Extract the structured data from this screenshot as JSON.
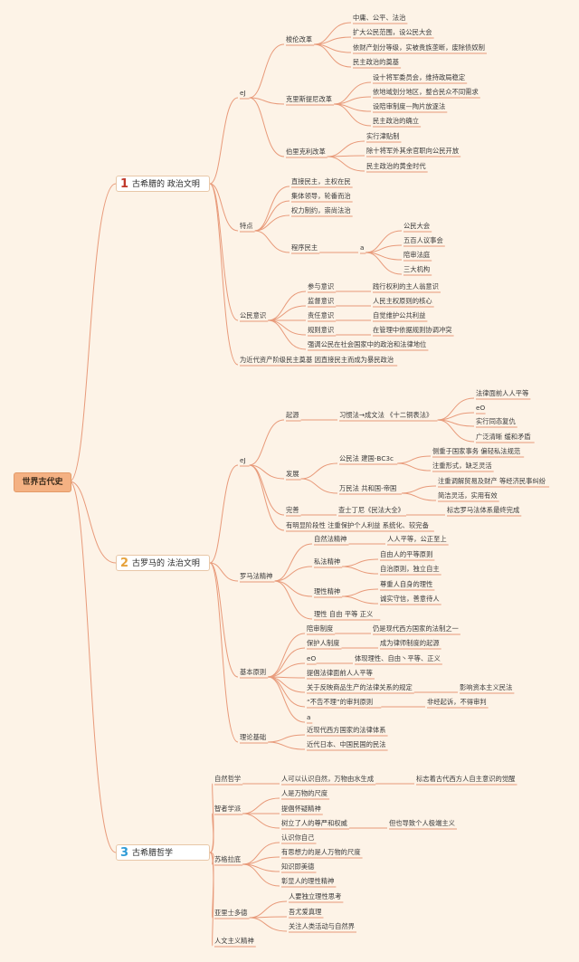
{
  "root": "世界古代史",
  "sections": [
    {
      "num": "1",
      "num_color": "#c0392b",
      "title": "古希腊的 政治文明"
    },
    {
      "num": "2",
      "num_color": "#e6a23c",
      "title": "古罗马的 法治文明"
    },
    {
      "num": "3",
      "num_color": "#2f9bd6",
      "title": "古希腊哲学"
    }
  ],
  "nodes": [
    {
      "t": "梭伦改革"
    },
    {
      "t": "中庸、公平、法治"
    },
    {
      "t": "扩大公民范围，设公民大会"
    },
    {
      "t": "依财产划分等级，实被贵族垄断，废除债奴制"
    },
    {
      "t": "民主政治的奠基"
    },
    {
      "t": "eJ"
    },
    {
      "t": "克里斯提尼改革"
    },
    {
      "t": "设十将军委员会，维持政局稳定"
    },
    {
      "t": "依地域划分地区，整合民众不同需求"
    },
    {
      "t": "设陪审制度—陶片放逐法"
    },
    {
      "t": "民主政治的确立"
    },
    {
      "t": "伯里克利改革"
    },
    {
      "t": "实行津贴制"
    },
    {
      "t": "除十将军外其余官职向公民开放"
    },
    {
      "t": "民主政治的黄金时代"
    },
    {
      "t": "特点"
    },
    {
      "t": "直接民主，主权在民"
    },
    {
      "t": "集体领导，轮番而治"
    },
    {
      "t": "权力制约，崇尚法治"
    },
    {
      "t": "程序民主"
    },
    {
      "t": "a"
    },
    {
      "t": "公民大会"
    },
    {
      "t": "五百人议事会"
    },
    {
      "t": "陪审法庭"
    },
    {
      "t": "三大机构"
    },
    {
      "t": "公民意识"
    },
    {
      "t": "参与意识"
    },
    {
      "t": "践行权利的主人翁意识"
    },
    {
      "t": "监督意识"
    },
    {
      "t": "人民主权原则的核心"
    },
    {
      "t": "责任意识"
    },
    {
      "t": "自觉维护公共利益"
    },
    {
      "t": "规则意识"
    },
    {
      "t": "在管理中依据规则协调冲突"
    },
    {
      "t": "强调公民在社会国家中的政治和法律地位"
    },
    {
      "t": "为近代资产阶级民主奠基 因直接民主而成为暴民政治"
    },
    {
      "t": "eJ"
    },
    {
      "t": "起源"
    },
    {
      "t": "习惯法→成文法 《十二铜表法》"
    },
    {
      "t": "法律面前人人平等"
    },
    {
      "t": "eO"
    },
    {
      "t": "实行同态复仇"
    },
    {
      "t": "广泛清晰 缓和矛盾"
    },
    {
      "t": "发展"
    },
    {
      "t": "公民法 建国-BC3c"
    },
    {
      "t": "侧重于国家事务 偏轻私法规范"
    },
    {
      "t": "注重形式，缺乏灵活"
    },
    {
      "t": "万民法 共和国-帝国"
    },
    {
      "t": "注重调解贸易及财产 等经济民事纠纷"
    },
    {
      "t": "简洁灵活，实用有效"
    },
    {
      "t": "完善"
    },
    {
      "t": "查士丁尼《民法大全》"
    },
    {
      "t": "标志罗马法体系最终完成"
    },
    {
      "t": "有明显阶段性 注重保护个人利益 系统化、较完备"
    },
    {
      "t": "罗马法精神"
    },
    {
      "t": "自然法精神"
    },
    {
      "t": "人人平等，公正至上"
    },
    {
      "t": "私法精神"
    },
    {
      "t": "自由人的平等原则"
    },
    {
      "t": "自治原则，独立自主"
    },
    {
      "t": "理性精神"
    },
    {
      "t": "尊重人自身的理性"
    },
    {
      "t": "诚实守信，善意待人"
    },
    {
      "t": "理性 自由 平等 正义"
    },
    {
      "t": "基本原则"
    },
    {
      "t": "陪审制度"
    },
    {
      "t": "仍是现代西方国家的法制之一"
    },
    {
      "t": "保护人制度"
    },
    {
      "t": "成为律师制度的起源"
    },
    {
      "t": "eO"
    },
    {
      "t": "体现理性、自由丶平等、正义"
    },
    {
      "t": "提倡法律面前人人平等"
    },
    {
      "t": "关于反映商品生产的法律关系的规定"
    },
    {
      "t": "影响资本主义民法"
    },
    {
      "t": "“不告不理”的审判原则"
    },
    {
      "t": "非经起诉，不得审判"
    },
    {
      "t": "a"
    },
    {
      "t": "理论基础"
    },
    {
      "t": "近现代西方国家的法律体系"
    },
    {
      "t": "近代日本、中国民国的民法"
    },
    {
      "t": "自然哲学"
    },
    {
      "t": "人可以认识自然，万物由水生成"
    },
    {
      "t": "标志着古代西方人自主意识的觉醒"
    },
    {
      "t": "智者学派"
    },
    {
      "t": "人是万物的尺度"
    },
    {
      "t": "提倡怀疑精神"
    },
    {
      "t": "树立了人的尊严和权威"
    },
    {
      "t": "但也导致个人极端主义"
    },
    {
      "t": "苏格拉底"
    },
    {
      "t": "认识你自己"
    },
    {
      "t": "有思想力的是人万物的尺度"
    },
    {
      "t": "知识即美德"
    },
    {
      "t": "彰显人的理性精神"
    },
    {
      "t": "亚里士多德"
    },
    {
      "t": "人要独立理性思考"
    },
    {
      "t": "吾尤爱真理"
    },
    {
      "t": "关注人类活动与自然界"
    },
    {
      "t": "人文主义精神"
    }
  ]
}
